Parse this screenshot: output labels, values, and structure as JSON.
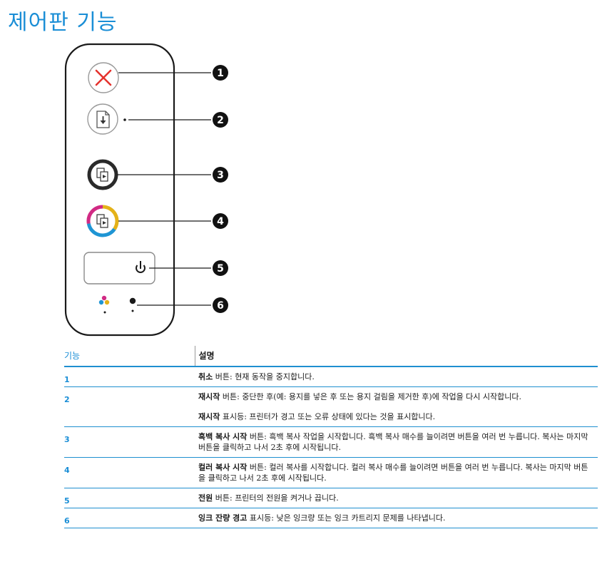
{
  "page": {
    "title": "제어판 기능"
  },
  "figure": {
    "callouts": [
      "1",
      "2",
      "3",
      "4",
      "5",
      "6"
    ]
  },
  "table": {
    "header": {
      "feature": "기능",
      "description": "설명"
    },
    "rows": [
      {
        "num": "1",
        "paras": [
          {
            "bold": "취소",
            "text": " 버튼: 현재 동작을 중지합니다."
          }
        ]
      },
      {
        "num": "2",
        "paras": [
          {
            "bold": "재시작",
            "text": " 버튼: 중단한 후(예: 용지를 넣은 후 또는 용지 걸림을 제거한 후)에 작업을 다시 시작합니다."
          },
          {
            "bold": "재시작",
            "text": " 표시등: 프린터가 경고 또는 오류 상태에 있다는 것을 표시합니다."
          }
        ]
      },
      {
        "num": "3",
        "paras": [
          {
            "bold": "흑백 복사 시작",
            "text": " 버튼: 흑백 복사 작업을 시작합니다. 흑백 복사 매수를 늘이려면 버튼을 여러 번 누릅니다. 복사는 마지막 버튼을 클릭하고 나서 2초 후에 시작됩니다."
          }
        ]
      },
      {
        "num": "4",
        "paras": [
          {
            "bold": "컬러 복사 시작",
            "text": " 버튼: 컬러 복사를 시작합니다. 컬러 복사 매수를 늘이려면 버튼을 여러 번 누릅니다. 복사는 마지막 버튼을 클릭하고 나서 2초 후에 시작됩니다."
          }
        ]
      },
      {
        "num": "5",
        "paras": [
          {
            "bold": "전원",
            "text": " 버튼: 프린터의 전원을 켜거나 끕니다."
          }
        ]
      },
      {
        "num": "6",
        "paras": [
          {
            "bold": "잉크 잔량 경고",
            "text": " 표시등: 낮은 잉크량 또는 잉크 카트리지 문제를 나타냅니다."
          }
        ]
      }
    ]
  }
}
